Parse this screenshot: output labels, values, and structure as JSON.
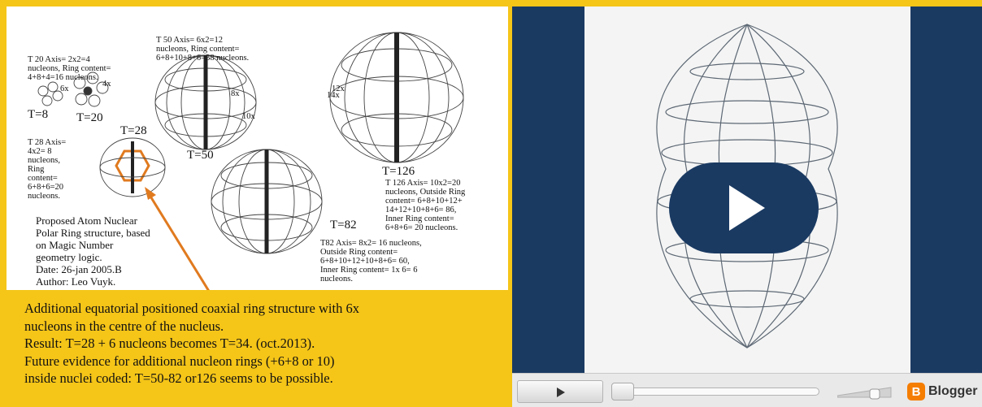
{
  "figure": {
    "t20_note": [
      "T 20 Axis= 2x2=4",
      "nucleons, Ring content=",
      "4+8+4=16 nucleons."
    ],
    "t50_note": [
      "T 50 Axis= 6x2=12",
      "nucleons, Ring content=",
      "6+8+10+8+6=38 nucleons."
    ],
    "label_t8": "T=8",
    "label_t20": "T=20",
    "label_t28": "T=28",
    "label_t50": "T=50",
    "label_t82": "T=82",
    "label_t126": "T=126",
    "t28_note": [
      "T 28 Axis=",
      "4x2= 8",
      "nucleons,",
      "Ring",
      "content=",
      "6+8+6=20",
      "nucleons."
    ],
    "t126_note": [
      "T 126 Axis= 10x2=20",
      "nucleons, Outside Ring",
      "content= 6+8+10+12+",
      "14+12+10+8+6=  86,",
      "Inner Ring content=",
      "6+8+6= 20 nucleons."
    ],
    "t82_note": [
      "T82 Axis= 8x2= 16 nucleons,",
      "Outside Ring content=",
      "6+8+10+12+10+8+6= 60,",
      "Inner Ring content= 1x 6= 6",
      "nucleons."
    ],
    "proposal": [
      "Proposed Atom Nuclear",
      "Polar Ring structure, based",
      "on Magic Number",
      "geometry logic.",
      "Date: 26-jan 2005.B",
      "Author: Leo Vuyk."
    ],
    "multipliers": [
      "4x",
      "6x",
      "8x",
      "10x",
      "12x",
      "14x"
    ]
  },
  "caption": [
    "Additional equatorial positioned coaxial ring structure with 6x",
    "nucleons in the centre of the nucleus.",
    "Result: T=28 + 6 nucleons becomes T=34. (oct.2013).",
    "Future evidence for additional nucleon rings (+6+8 or 10)",
    "inside nuclei coded: T=50-82 or126 seems to be possible."
  ],
  "player": {
    "brand": "Blogger",
    "brand_icon": "B",
    "play_icon": "play-icon",
    "colors": {
      "accent": "#1a3a62",
      "caption_bg": "#f5c518",
      "arrow": "#e07a1f",
      "brand": "#f57d00"
    }
  }
}
